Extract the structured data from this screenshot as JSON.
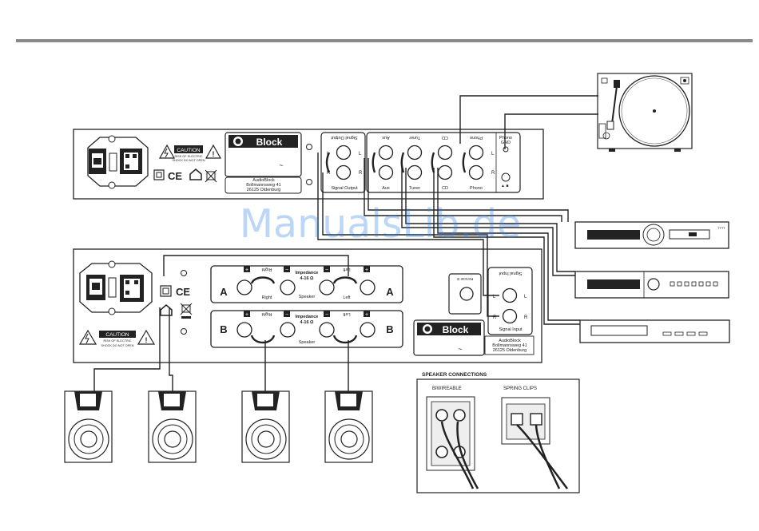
{
  "watermark": "ManualsLib.de",
  "preamp": {
    "brand": "Block",
    "caution_title": "CAUTION",
    "caution_line1": "RISK OF ELECTRIC",
    "caution_line2": "SHOCK DO NOT OPEN",
    "ce_mark": "CE",
    "label_sine": "~",
    "address": [
      "AudioBlock",
      "Bollmannsweg 41",
      "26125 Oldenburg"
    ],
    "signal_output_title": "Signal Output",
    "signal_output_bottom": "Signal Output",
    "ch_L": "L",
    "ch_R": "R",
    "inputs": [
      {
        "top": "Aux",
        "bottom": "Aux"
      },
      {
        "top": "Tuner",
        "bottom": "Tuner"
      },
      {
        "top": "CD",
        "bottom": "CD"
      },
      {
        "top": "Phono",
        "bottom": "Phono"
      }
    ],
    "phono_gnd_1": "Phono",
    "phono_gnd_2": "GND"
  },
  "poweramp": {
    "brand": "Block",
    "ce_mark": "CE",
    "caution_title": "CAUTION",
    "caution_line1": "RISK OF ELECTRIC",
    "caution_line2": "SHOCK DO NOT OPEN",
    "right_label": "Right",
    "left_label": "Left",
    "impedance_label": "Impedance",
    "impedance_value": "4-16 Ω",
    "speaker_label": "Speaker",
    "bank_A": "A",
    "bank_B": "B",
    "remote_label": "Remote In",
    "signal_input_title": "Signal Input",
    "signal_input_bottom": "Signal Input",
    "ch_L": "L",
    "ch_R": "R",
    "label_sine": "~",
    "address": [
      "AudioBlock",
      "Bollmannsweg 41",
      "26125 Oldenburg"
    ]
  },
  "tuner_display": "TTTT",
  "speaker_connections": {
    "title": "SPEAKER CONNECTIONS",
    "biwireable": "BIWIREABLE",
    "spring_clips": "SPRING CLIPS"
  }
}
